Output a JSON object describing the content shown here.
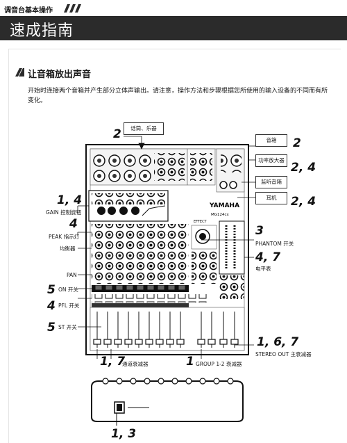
{
  "header": {
    "breadcrumb": "调音台基本操作",
    "title": "速成指南"
  },
  "section": {
    "heading": "让音箱放出声音",
    "intro": "开始时连接两个音箱并产生部分立体声输出。请注意，操作方法和步骤根据您所使用的输入设备的不同而有所变化。"
  },
  "mixer": {
    "brand": "YAMAHA",
    "model": "MG124cx",
    "effect_label": "EFFECT"
  },
  "callouts": {
    "mic_box": "话筒、乐器",
    "speaker_box": "音箱",
    "amp_box": "功率放大器",
    "monitor_box": "监听音箱",
    "headphone_box": "耳机",
    "gain": "GAIN 控制旋钮",
    "peak": "PEAK 指示灯",
    "eq": "均衡器",
    "pan": "PAN",
    "on": "ON 开关",
    "pfl": "PFL 开关",
    "st": "ST 开关",
    "phantom": "PHANTOM 开关",
    "meter": "电平表",
    "stereo_out": "STEREO OUT 主衰减器",
    "channel_fader": "通道衰减器",
    "group_fader": "GROUP 1-2 衰减器"
  },
  "steps": {
    "mic": "2",
    "speaker": "2",
    "amp": "2, 4",
    "headphone": "2, 4",
    "gain": "1, 4",
    "peak": "4",
    "on": "5",
    "pfl": "4",
    "st": "5",
    "phantom": "3",
    "meter": "4, 7",
    "stereo_out": "1, 6, 7",
    "channel_fader": "1, 7",
    "group_fader": "1",
    "rear_power": "1, 3"
  },
  "colors": {
    "title_band": "#2b2b2b",
    "line": "#1a1a1a"
  }
}
